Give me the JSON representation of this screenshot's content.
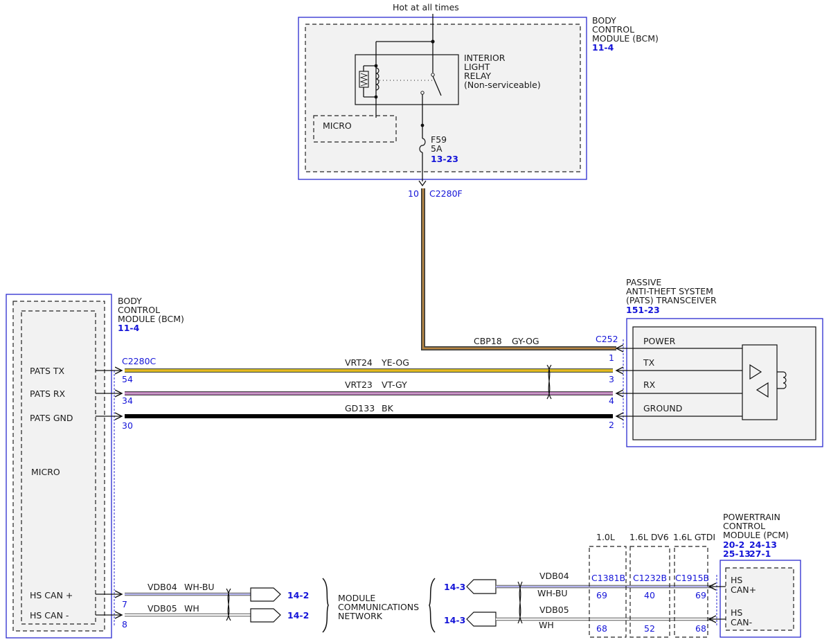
{
  "top_module": {
    "feed_label": "Hot at all times",
    "name_lines": [
      "BODY",
      "CONTROL",
      "MODULE (BCM)"
    ],
    "ref": "11-4",
    "relay_lines": [
      "INTERIOR",
      "LIGHT",
      "RELAY",
      "(Non-serviceable)"
    ],
    "micro": "MICRO",
    "fuse_name": "F59",
    "fuse_rating": "5A",
    "fuse_ref": "13-23",
    "pin": "10",
    "connector": "C2280F"
  },
  "left_module": {
    "name_lines": [
      "BODY",
      "CONTROL",
      "MODULE (BCM)"
    ],
    "ref": "11-4",
    "micro": "MICRO",
    "connector": "C2280C",
    "pins": [
      {
        "label": "PATS TX",
        "pin": "54"
      },
      {
        "label": "PATS RX",
        "pin": "34"
      },
      {
        "label": "PATS GND",
        "pin": "30"
      },
      {
        "label": "HS CAN +",
        "pin": "7"
      },
      {
        "label": "HS CAN -",
        "pin": "8"
      }
    ]
  },
  "pats": {
    "name_lines": [
      "PASSIVE",
      "ANTI-THEFT SYSTEM",
      "(PATS) TRANSCEIVER"
    ],
    "ref": "151-23",
    "connector": "C252",
    "pins": [
      {
        "label": "POWER",
        "pin": "1"
      },
      {
        "label": "TX",
        "pin": "3"
      },
      {
        "label": "RX",
        "pin": "4"
      },
      {
        "label": "GROUND",
        "pin": "2"
      }
    ]
  },
  "wires": [
    {
      "circuit": "CBP18",
      "color": "GY-OG",
      "hex": "#8b7a55"
    },
    {
      "circuit": "VRT24",
      "color": "YE-OG",
      "hex": "#f2e21a"
    },
    {
      "circuit": "VRT23",
      "color": "VT-GY",
      "hex": "#d47ad0"
    },
    {
      "circuit": "GD133",
      "color": "BK",
      "hex": "#000000"
    }
  ],
  "can_left": [
    {
      "circuit": "VDB04",
      "color": "WH-BU",
      "ref": "14-2"
    },
    {
      "circuit": "VDB05",
      "color": "WH",
      "ref": "14-2"
    }
  ],
  "network_lines": [
    "MODULE",
    "COMMUNICATIONS",
    "NETWORK"
  ],
  "can_right": [
    {
      "circuit": "VDB04",
      "color": "WH-BU",
      "ref": "14-3"
    },
    {
      "circuit": "VDB05",
      "color": "WH",
      "ref": "14-3"
    }
  ],
  "engines": [
    {
      "name": "1.0L",
      "connector": "C1381B",
      "pin_plus": "69",
      "pin_minus": "68"
    },
    {
      "name": "1.6L DV6",
      "connector": "C1232B",
      "pin_plus": "40",
      "pin_minus": "52"
    },
    {
      "name": "1.6L GTDI",
      "connector": "C1915B",
      "pin_plus": "69",
      "pin_minus": "68"
    }
  ],
  "pcm": {
    "name_lines": [
      "POWERTRAIN",
      "CONTROL",
      "MODULE (PCM)"
    ],
    "refs": [
      "20-2",
      "24-13",
      "25-13",
      "27-1"
    ],
    "pins": [
      {
        "lines": [
          "HS",
          "CAN+"
        ]
      },
      {
        "lines": [
          "HS",
          "CAN-"
        ]
      }
    ]
  },
  "colors": {
    "accent_blue": "#1414d8",
    "module_border": "#2a2ad0",
    "module_fill": "#f2f2f2"
  }
}
